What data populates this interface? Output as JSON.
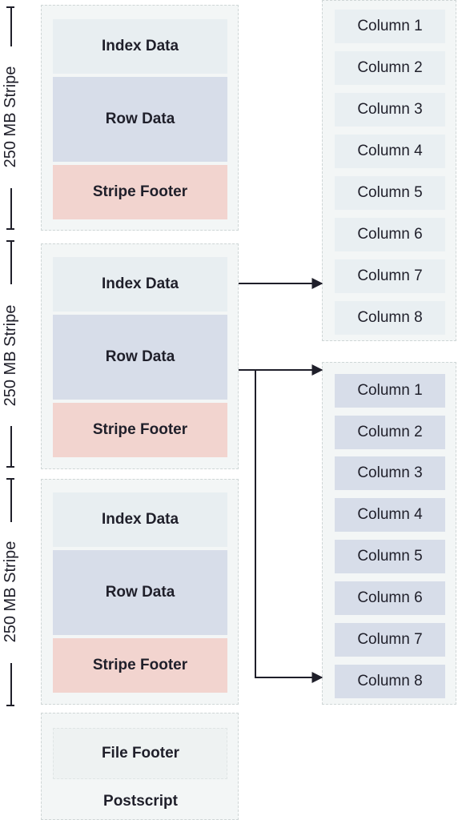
{
  "stripes": [
    {
      "label": "250 MB Stripe",
      "index": "Index Data",
      "row": "Row Data",
      "footer": "Stripe Footer"
    },
    {
      "label": "250 MB Stripe",
      "index": "Index Data",
      "row": "Row Data",
      "footer": "Stripe Footer"
    },
    {
      "label": "250 MB Stripe",
      "index": "Index Data",
      "row": "Row Data",
      "footer": "Stripe Footer"
    }
  ],
  "columns_index": [
    "Column 1",
    "Column 2",
    "Column 3",
    "Column 4",
    "Column 5",
    "Column 6",
    "Column 7",
    "Column 8"
  ],
  "columns_row": [
    "Column 1",
    "Column 2",
    "Column 3",
    "Column 4",
    "Column 5",
    "Column 6",
    "Column 7",
    "Column 8"
  ],
  "file_footer": {
    "footer": "File Footer",
    "postscript": "Postscript"
  },
  "colors": {
    "index": "#e8eef1",
    "row": "#d7dde9",
    "footer": "#f2d4cf",
    "line": "#1f1f2a"
  }
}
